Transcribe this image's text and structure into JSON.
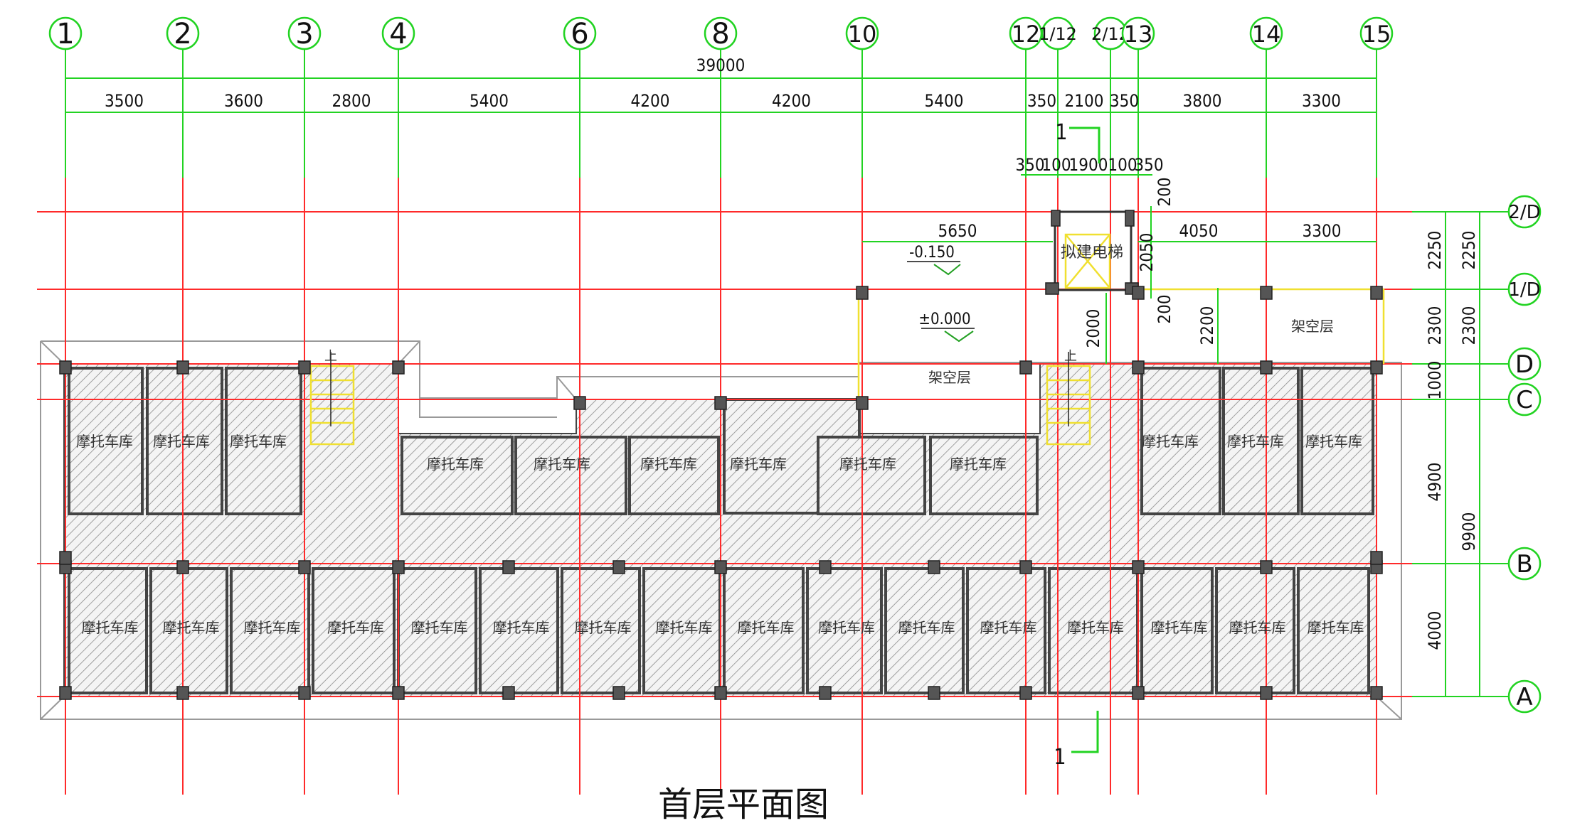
{
  "title": "首层平面图",
  "axes_v": [
    "1",
    "2",
    "3",
    "4",
    "6",
    "8",
    "10",
    "12",
    "1/12",
    "2/12",
    "13",
    "14",
    "15"
  ],
  "axes_h": [
    "2/D",
    "1/D",
    "D",
    "C",
    "B",
    "A"
  ],
  "dims_top_total": "39000",
  "dims_top": [
    "3500",
    "3600",
    "2800",
    "5400",
    "4200",
    "4200",
    "5400",
    "350",
    "2100",
    "350",
    "3800",
    "3300"
  ],
  "dims_elevator_row": [
    "350",
    "100",
    "1900",
    "100",
    "350"
  ],
  "dims_mid": [
    "5650",
    "4050",
    "3300"
  ],
  "dims_vertical_elevator": [
    "200",
    "2050",
    "200"
  ],
  "dims_vertical_mid": [
    "2000",
    "2200"
  ],
  "dims_right_inner": [
    "2250",
    "2300",
    "1000",
    "4900",
    "4000"
  ],
  "dims_right_outer": [
    "2250",
    "2300",
    "9900"
  ],
  "levels": [
    "-0.150",
    "±0.000"
  ],
  "labels": {
    "elevator": "拟建电梯",
    "open_floor": "架空层",
    "garage": "摩托车库",
    "up": "上",
    "section": "1"
  }
}
